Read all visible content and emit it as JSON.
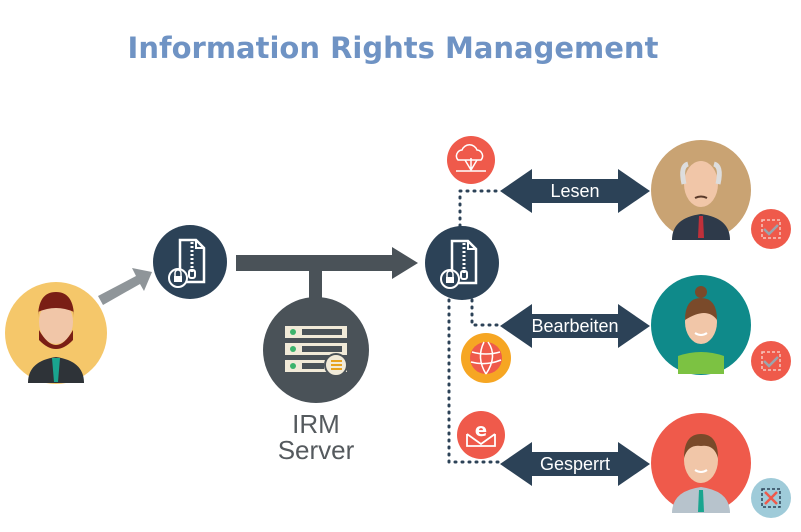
{
  "title": "Information Rights Management",
  "server": {
    "line1": "IRM",
    "line2": "Server"
  },
  "permissions": [
    {
      "label": "Lesen",
      "status": "allowed"
    },
    {
      "label": "Bearbeiten",
      "status": "allowed"
    },
    {
      "label": "Gesperrt",
      "status": "blocked"
    }
  ],
  "colors": {
    "title": "#6f93c4",
    "navy": "#2c4257",
    "gray": "#4a5258",
    "red": "#ef5a4b",
    "orange": "#f6a623",
    "teal": "#0f8a8a",
    "tan": "#c9a373",
    "yellow": "#f5c76a",
    "blocked": "#9fcbd9"
  }
}
